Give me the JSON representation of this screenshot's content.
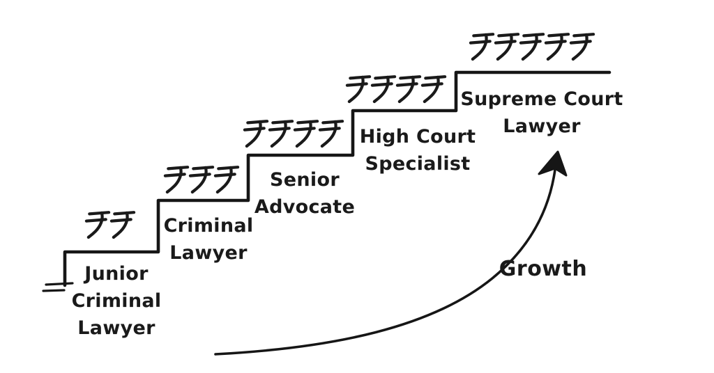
{
  "diagram": {
    "background_color": "#ffffff",
    "ink_color": "#1a1a1a",
    "currency_symbol": "₹",
    "currency_icon": "rupee-icon",
    "growth_arrow_label": "Growth",
    "steps": [
      {
        "name": "Junior Criminal Lawyer",
        "label_lines": [
          "Junior",
          "Criminal",
          "Lawyer"
        ],
        "rupee_count": 2
      },
      {
        "name": "Criminal Lawyer",
        "label_lines": [
          "Criminal",
          "Lawyer"
        ],
        "rupee_count": 3
      },
      {
        "name": "Senior Advocate",
        "label_lines": [
          "Senior",
          "Advocate"
        ],
        "rupee_count": 4
      },
      {
        "name": "High Court Specialist",
        "label_lines": [
          "High Court",
          "Specialist"
        ],
        "rupee_count": 4
      },
      {
        "name": "Supreme Court Lawyer",
        "label_lines": [
          "Supreme Court",
          "Lawyer"
        ],
        "rupee_count": 5
      }
    ]
  }
}
